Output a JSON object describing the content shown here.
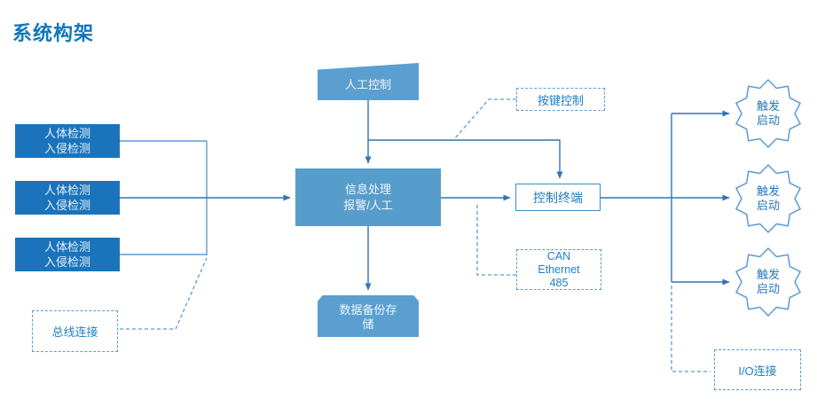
{
  "title": "系统构架",
  "sensors": [
    {
      "line1": "人体检测",
      "line2": "入侵检测"
    },
    {
      "line1": "人体检测",
      "line2": "入侵检测"
    },
    {
      "line1": "人体检测",
      "line2": "入侵检测"
    }
  ],
  "manual_control": {
    "label": "人工控制"
  },
  "processor": {
    "line1": "信息处理",
    "line2": "报警/人工"
  },
  "data_backup": {
    "line1": "数据备份存",
    "line2": "储"
  },
  "control_terminal": {
    "label": "控制终端"
  },
  "triggers": [
    {
      "line1": "触发",
      "line2": "启动"
    },
    {
      "line1": "触发",
      "line2": "启动"
    },
    {
      "line1": "触发",
      "line2": "启动"
    }
  ],
  "annotations": {
    "bus": {
      "label": "总线连接"
    },
    "keypad": {
      "label": "按键控制"
    },
    "protocol": {
      "line1": "CAN",
      "line2": "Ethernet",
      "line3": "485"
    },
    "io": {
      "label": "I/O连接"
    }
  },
  "colors": {
    "title_blue": "#1176BC",
    "sensor_fill": "#1B74BB",
    "processor_fill": "#579DCB",
    "shape_fill": "#5B9FD0",
    "solid_line": "#2E75B6",
    "dashed_line": "#5B9BD5",
    "note_text": "#2080C4"
  }
}
